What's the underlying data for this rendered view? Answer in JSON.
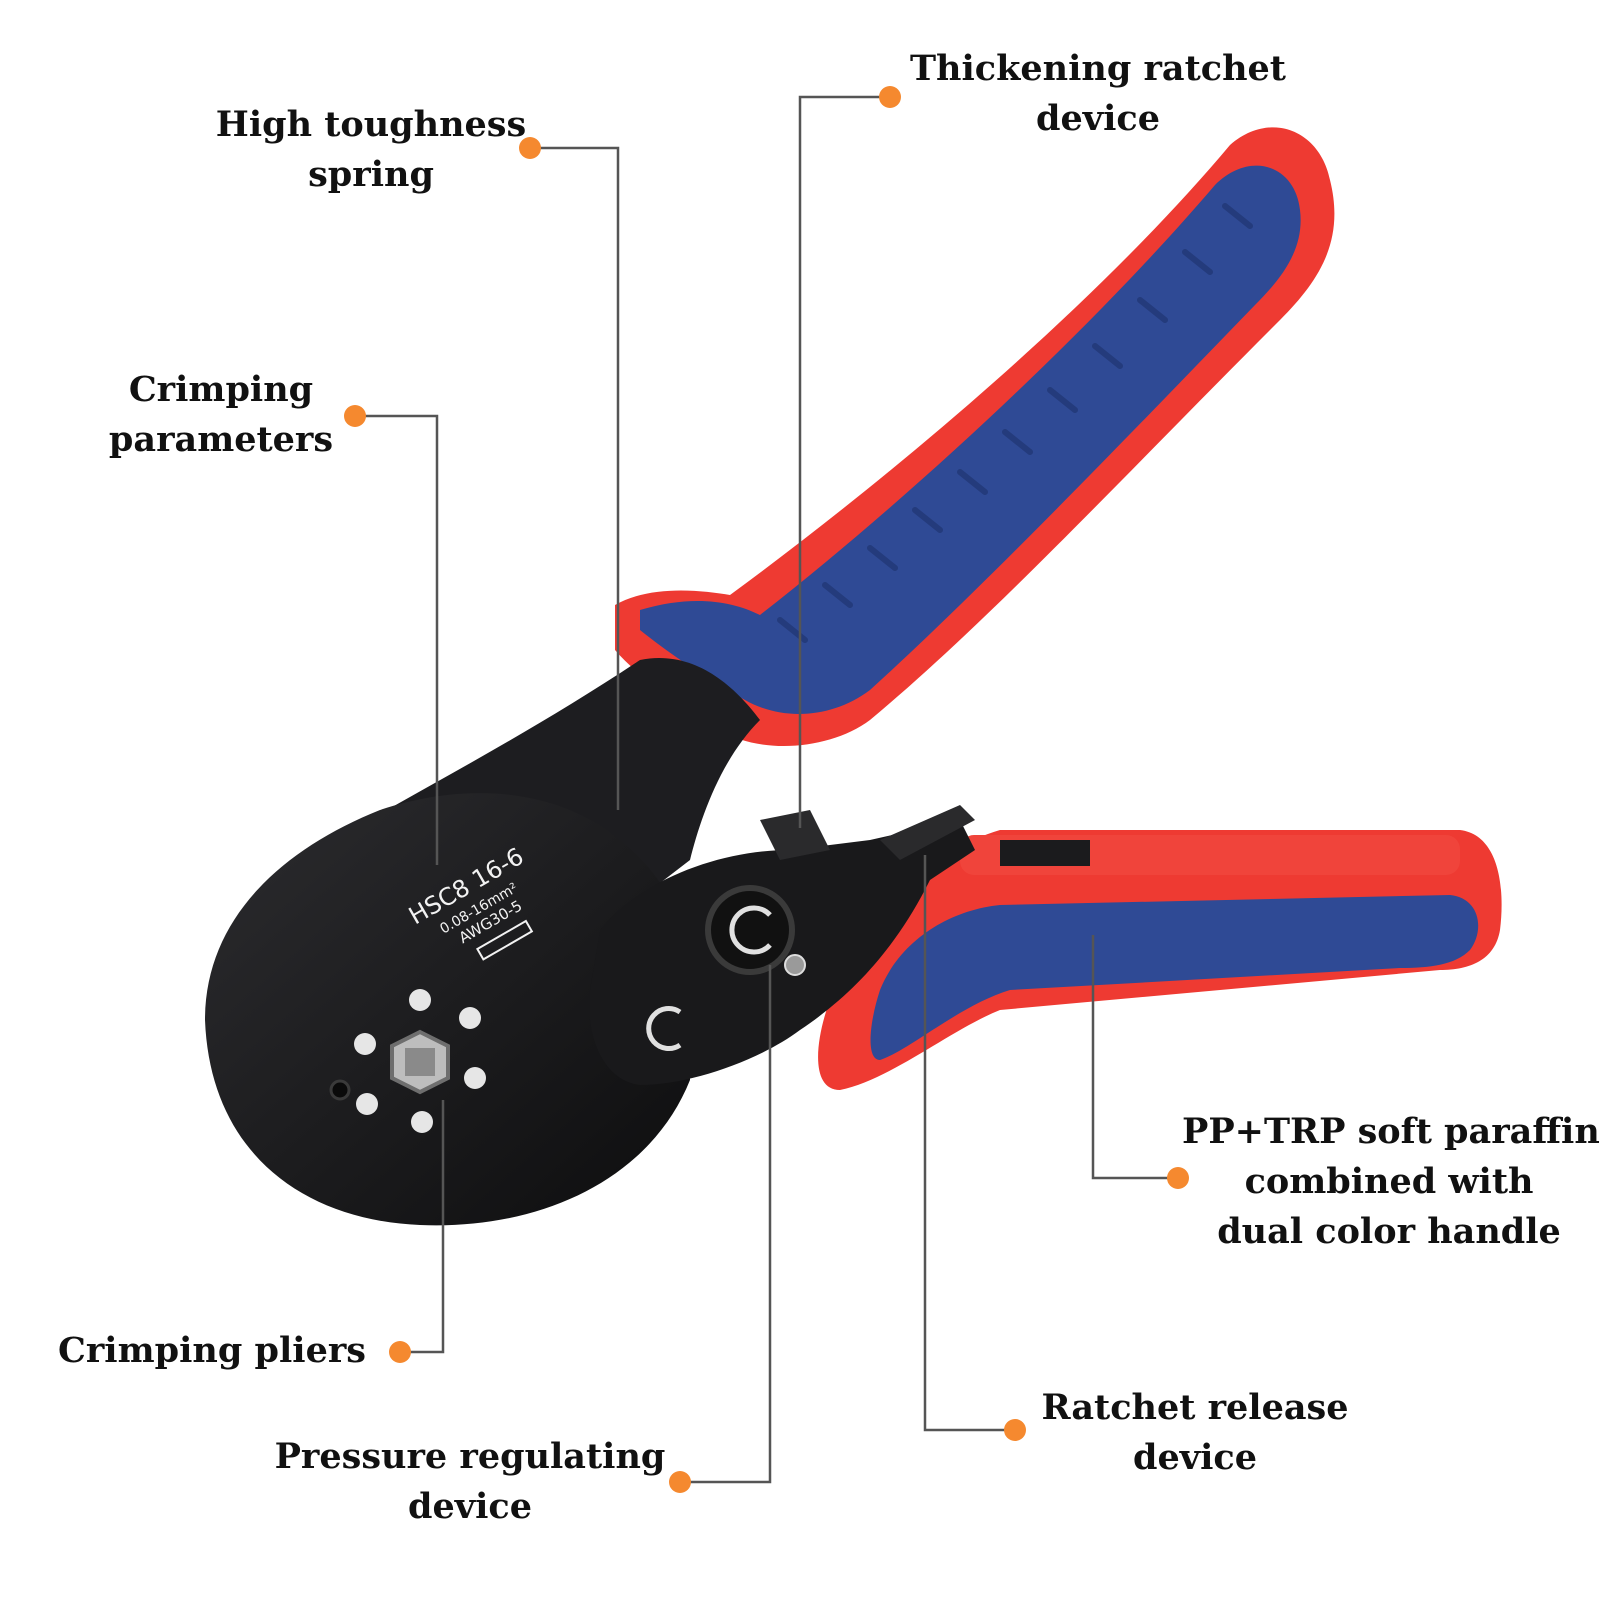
{
  "colors": {
    "leader": "#555555",
    "dot": "#f5892f",
    "body_black": "#1b1b1d",
    "grip_blue": "#2f4a95",
    "grip_red": "#ee3a32"
  },
  "tool_markings": {
    "model": "HSC8 16-6",
    "range_mm": "0.08-16mm²",
    "range_awg": "AWG30-5"
  },
  "callouts": {
    "spring": {
      "line1": "High toughness",
      "line2": "spring"
    },
    "ratchet": {
      "line1": "Thickening ratchet",
      "line2": "device"
    },
    "params": {
      "line1": "Crimping",
      "line2": "parameters"
    },
    "handle": {
      "line1": "PP+TRP soft paraffin",
      "line2": "combined with",
      "line3": "dual color handle"
    },
    "pliers": {
      "line1": "Crimping pliers"
    },
    "pressure": {
      "line1": "Pressure regulating",
      "line2": "device"
    },
    "release": {
      "line1": "Ratchet release",
      "line2": "device"
    }
  }
}
